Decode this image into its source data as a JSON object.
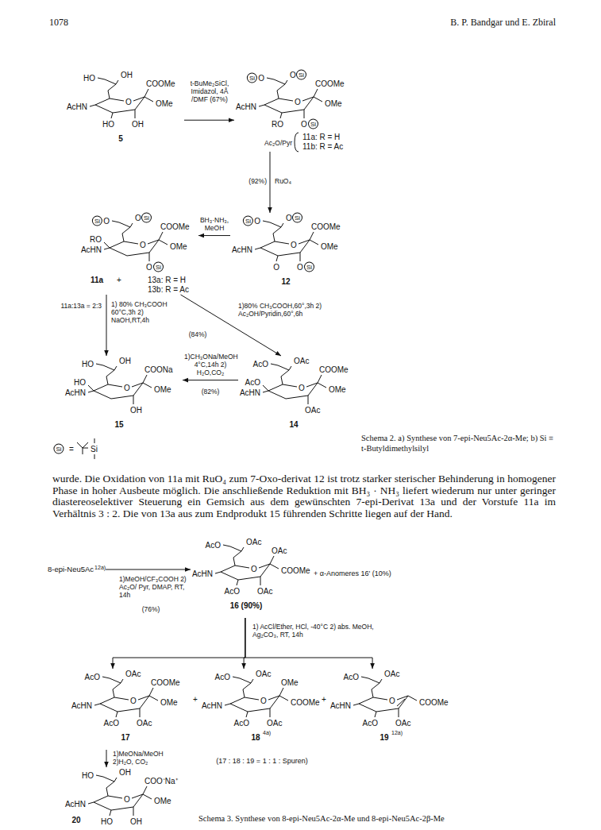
{
  "diagram": {
    "nodes": [
      {
        "text": [
          "HO",
          "OH",
          "COOMe",
          "AcHN",
          "O",
          "OMe",
          "HO",
          "OH",
          "5"
        ]
      },
      {
        "text": [
          "Si",
          "O",
          "O",
          "Si",
          "COOMe",
          "AcHN",
          "O",
          "OMe",
          "RO",
          "O",
          "Si",
          "11a: R = H",
          "11b: R = Ac"
        ]
      },
      {
        "text": [
          "Si",
          "O",
          "O",
          "Si",
          "COOMe",
          "AcHN",
          "O",
          "OMe",
          "O",
          "O",
          "Si",
          "12"
        ]
      },
      {
        "text": [
          "Si",
          "O",
          "O",
          "Si",
          "COOMe",
          "RO",
          "AcHN",
          "O",
          "OMe",
          "O",
          "Si",
          "13a: R = H",
          "13b: R = Ac"
        ]
      },
      {
        "text": [
          "HO",
          "OH",
          "COONa",
          "HO",
          "AcHN",
          "O",
          "OMe",
          "OH",
          "15"
        ]
      },
      {
        "text": [
          "OAc",
          "AcO",
          "COOMe",
          "AcO",
          "AcHN",
          "O",
          "OMe",
          "OAc",
          "14"
        ]
      },
      {
        "text": [
          "8-epi-Neu5Ac",
          "12a)"
        ]
      },
      {
        "text": [
          "AcO",
          "OAc",
          "OAc",
          "AcHN",
          "O",
          "COOMe",
          "AcO",
          "OAc",
          "16 (90%)"
        ]
      },
      {
        "text": [
          "AcO",
          "OAc",
          "COOMe",
          "AcHN",
          "O",
          "OMe",
          "AcO",
          "OAc",
          "17"
        ]
      },
      {
        "text": [
          "AcO",
          "OAc",
          "OMe",
          "AcHN",
          "O",
          "COOMe",
          "AcO",
          "OAc",
          "18",
          "4a)"
        ]
      },
      {
        "text": [
          "AcO",
          "OAc",
          "O",
          "AcHN",
          "COOMe",
          "AcO",
          "OAc",
          "19",
          "12a)"
        ]
      },
      {
        "text": [
          "HO",
          "OH",
          "COO⁻Na⁺",
          "AcHN",
          "O",
          "OMe",
          "HO",
          "OH",
          "20"
        ]
      }
    ],
    "edges": [
      {
        "from": 0,
        "to": 1,
        "arrow": "to",
        "label": "t-BuMe₂SiCl, Imidazol, 4Å /DMF (67%)"
      },
      {
        "from": 1,
        "to": 2,
        "arrow": "to",
        "label": "RuO₄"
      },
      {
        "from": 2,
        "to": 3,
        "arrow": "to",
        "label": "BH₃·NH₃, MeOH"
      },
      {
        "from": 3,
        "to": 5,
        "arrow": "to",
        "label": "1)80% CH₃COOH,60°,3h 2) Ac₂OH/Pyridin,60°,6h"
      },
      {
        "from": 3,
        "to": 4,
        "arrow": "to",
        "label": "1) 80% CH₃COOH 60°C,3h 2) NaOH,RT,4h"
      },
      {
        "from": 5,
        "to": 4,
        "arrow": "to",
        "label": "1)CH₃ONa/MeOH 4°C,14h 2) H₂O,CO₂"
      },
      {
        "from": 6,
        "to": 7,
        "arrow": "to",
        "label": "1)MeOH/CF₃COOH 2) Ac₂O/ Pyr, DMAP, RT, 14h"
      },
      {
        "from": 7,
        "to": 8,
        "arrow": "to",
        "label": "1) AcCl/Ether, HCl, -40°C 2) abs. MeOH, Ag₂CO₃, RT, 14h"
      },
      {
        "from": 7,
        "to": 9,
        "arrow": "to"
      },
      {
        "from": 7,
        "to": 10,
        "arrow": "to"
      },
      {
        "from": 8,
        "to": 11,
        "arrow": "to",
        "label": "1)MeONa/MeOH 2)H₂O, CO₂"
      }
    ],
    "labels": [
      "1078",
      "B. P. Bandgar und E. Zbiral",
      "Ac₂O/Pyr",
      "(92%)",
      "11a",
      "+",
      "11a:13a = 2:3",
      "(84%)",
      "(82%)",
      "Si",
      "=",
      "Si",
      "Schema 2. a) Synthese von 7-epi-Neu5Ac-2α-Me; b) Si ≡ t-Butyldimethylsilyl",
      "wurde. Die Oxidation von 11a mit RuO₄ zum 7-Oxo-derivat 12 ist trotz starker sterischer Behinderung in homogener Phase in hoher Ausbeute möglich. Die anschließende Reduktion mit BH₃ · NH₃ liefert wiederum nur unter geringer diastereoselektiver Steuerung ein Gemsich aus dem gewünschten 7-epi-Derivat 13a und der Vorstufe 11a im Verhältnis 3 : 2. Die von 13a aus zum Endprodukt 15 führenden Schritte liegen auf der Hand.",
      "+ α-Anomeres 16' (10%)",
      "(76%)",
      "+",
      "+",
      "(17 : 18 : 19 = 1 : 1 : Spuren)",
      "Schema 3. Synthese von 8-epi-Neu5Ac-2α-Me und 8-epi-Neu5Ac-2β-Me"
    ]
  }
}
